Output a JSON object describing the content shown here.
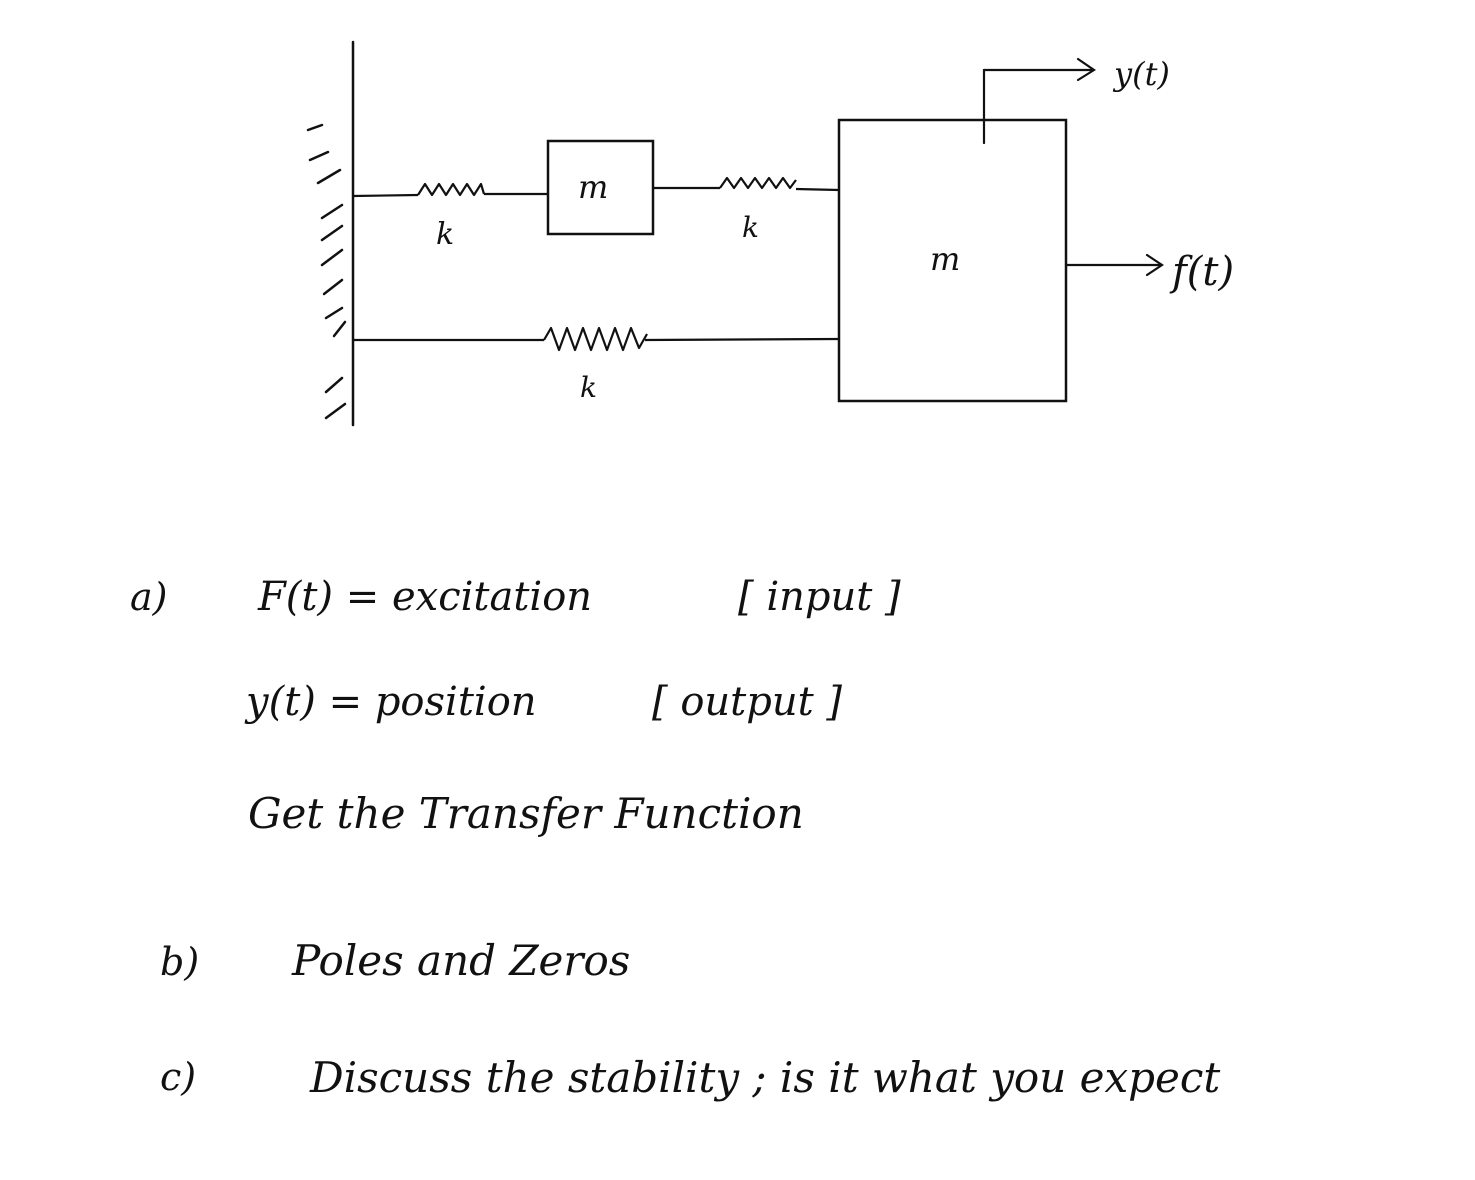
{
  "diagram": {
    "labels": {
      "small_mass": "m",
      "large_mass": "m",
      "spring_top_left": "k",
      "spring_top_right": "k",
      "spring_bottom": "k",
      "output_signal": "y(t)",
      "input_signal": "f(t)"
    }
  },
  "questions": {
    "a": {
      "marker": "a)",
      "line1_left": "F(t) = excitation",
      "line1_right": "[ input ]",
      "line2_left": "y(t) = position",
      "line2_right": "[ output ]",
      "line3": "Get the Transfer Function"
    },
    "b": {
      "marker": "b)",
      "text": "Poles and Zeros"
    },
    "c": {
      "marker": "c)",
      "text": "Discuss the stability ; is it what you expect"
    }
  },
  "colors": {
    "ink": "#111111",
    "background": "#ffffff"
  }
}
